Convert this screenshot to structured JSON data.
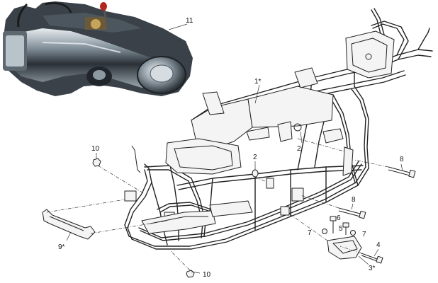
{
  "callouts": {
    "engine": "11",
    "frame": "1*",
    "bushing_upper": "2",
    "bushing_lower": "2",
    "nut_left": "10",
    "nut_bottom": "10",
    "bolt_upper": "8",
    "bolt_lower": "8",
    "side_bracket": "9*",
    "washer_left": "7",
    "washer_right": "7",
    "bracket_bolt": "6",
    "bracket_nut": "5",
    "long_bolt": "4",
    "engine_bracket": "3*"
  }
}
